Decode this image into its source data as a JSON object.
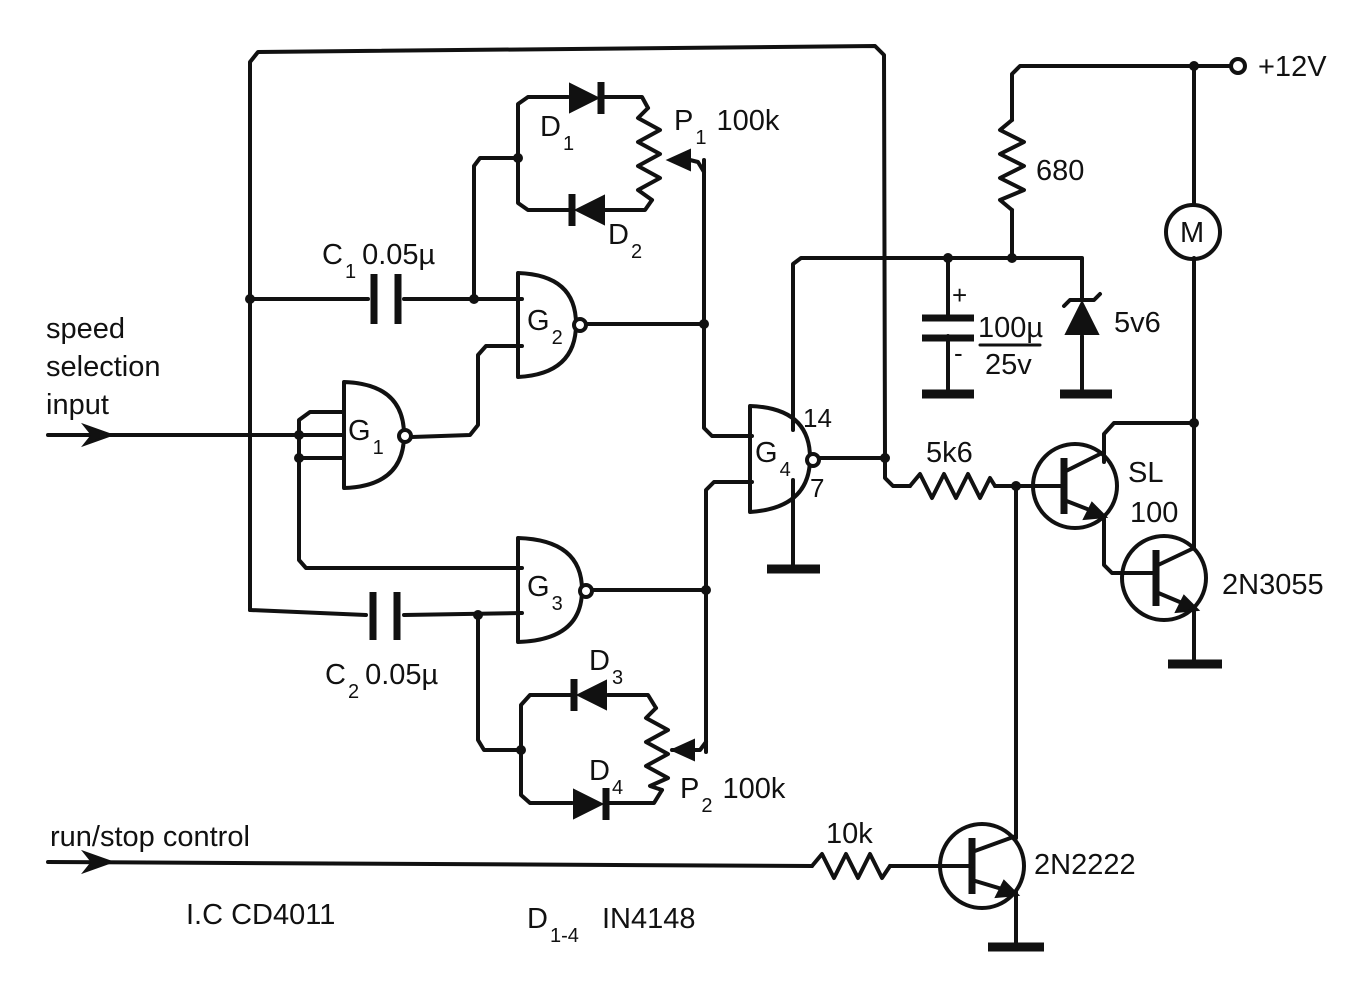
{
  "labels": {
    "speed_line1": "speed",
    "speed_line2": "selection",
    "speed_line3": "input",
    "runstop": "run/stop control",
    "ic": "I.C  CD4011",
    "diodes_main": "D",
    "diodes_sub": "1-4",
    "diodes_part": "IN4148",
    "supply": "+12V"
  },
  "gates": [
    {
      "main": "G",
      "sub": "1"
    },
    {
      "main": "G",
      "sub": "2"
    },
    {
      "main": "G",
      "sub": "3"
    },
    {
      "main": "G",
      "sub": "4"
    }
  ],
  "gate4_pins": {
    "vdd": "14",
    "vss": "7"
  },
  "capacitors": [
    {
      "main": "C",
      "sub": "1",
      "value": "0.05µ"
    },
    {
      "main": "C",
      "sub": "2",
      "value": "0.05µ"
    }
  ],
  "diodes": [
    {
      "main": "D",
      "sub": "1"
    },
    {
      "main": "D",
      "sub": "2"
    },
    {
      "main": "D",
      "sub": "3"
    },
    {
      "main": "D",
      "sub": "4"
    }
  ],
  "pots": [
    {
      "main": "P",
      "sub": "1",
      "value": "100k"
    },
    {
      "main": "P",
      "sub": "2",
      "value": "100k"
    }
  ],
  "resistors": {
    "r680": "680",
    "r5k6": "5k6",
    "r10k": "10k"
  },
  "electrolytic": {
    "value": "100µ",
    "voltage": "25v",
    "plus": "+",
    "minus": "-"
  },
  "zener": "5v6",
  "motor": "M",
  "transistors": {
    "sl_line1": "SL",
    "sl_line2": "100",
    "power": "2N3055",
    "switch": "2N2222"
  }
}
